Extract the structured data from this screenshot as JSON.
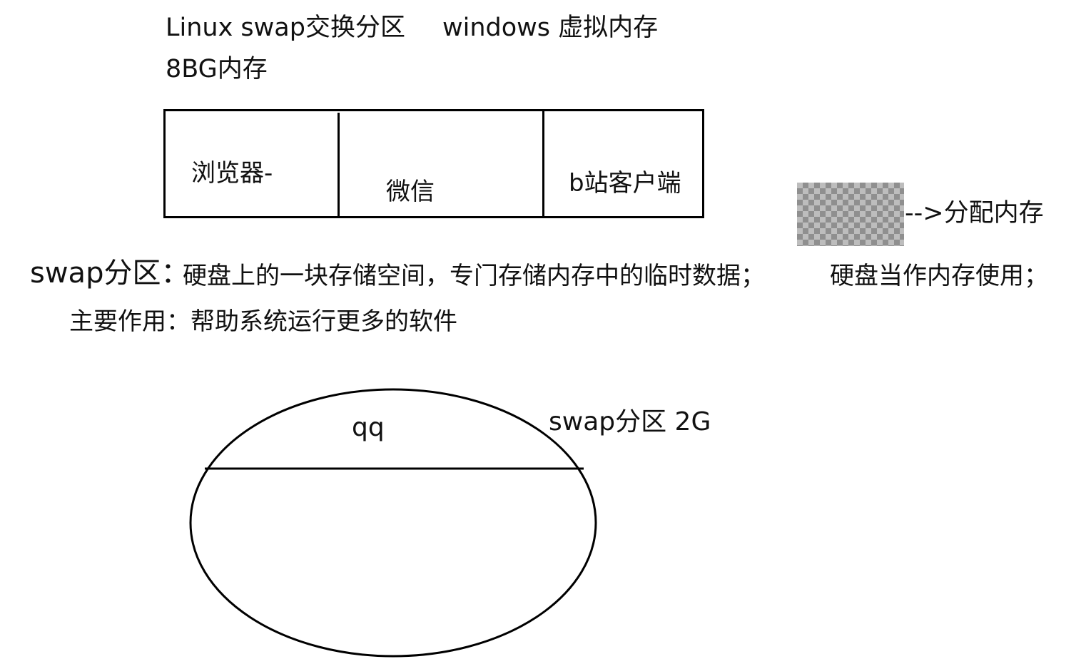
{
  "header": {
    "title": "Linux swap交换分区",
    "windows_note": "windows 虚拟内存",
    "memory_size": "8BG内存"
  },
  "memory_blocks": [
    {
      "label": "浏览器-"
    },
    {
      "label": "微信"
    },
    {
      "label": "b站客户端"
    }
  ],
  "allocate_note": "-->分配内存",
  "swap_explanation": {
    "label": "swap分区：",
    "definition": "硬盘上的一块存储空间，专门存储内存中的临时数据；",
    "usage": "硬盘当作内存使用；",
    "purpose": "主要作用：帮助系统运行更多的软件"
  },
  "swap_diagram": {
    "section_label": "qq",
    "partition_label": "swap分区  2G"
  }
}
